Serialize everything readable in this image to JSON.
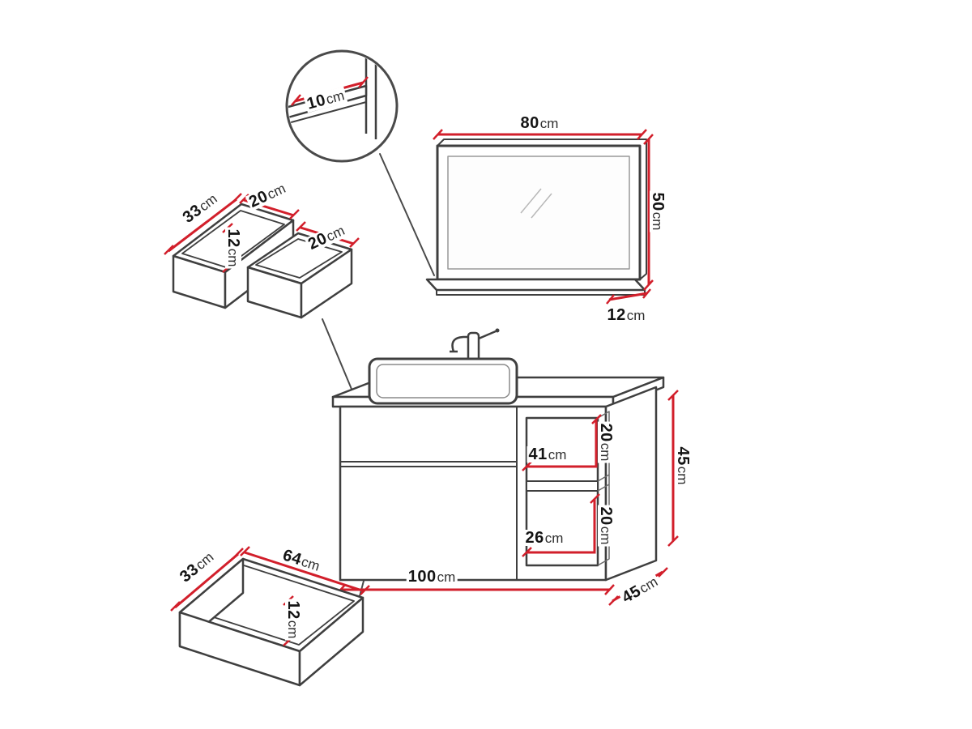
{
  "diagram": {
    "title": "bathroom-vanity-set-dimension-diagram",
    "unit": "cm",
    "colors": {
      "dimension_accent": "#d21f2b",
      "outline": "#3f3f3f",
      "background": "#ffffff"
    },
    "labels": {
      "detail_shelf_depth": {
        "value": "10",
        "unit": "cm"
      },
      "mirror_width": {
        "value": "80",
        "unit": "cm"
      },
      "mirror_height": {
        "value": "50",
        "unit": "cm"
      },
      "mirror_shelf_depth": {
        "value": "12",
        "unit": "cm"
      },
      "organizer_depth": {
        "value": "33",
        "unit": "cm"
      },
      "organizer_left_width": {
        "value": "20",
        "unit": "cm"
      },
      "organizer_inner_height": {
        "value": "12",
        "unit": "cm"
      },
      "organizer_right_width": {
        "value": "20",
        "unit": "cm"
      },
      "cabinet_shelf_width": {
        "value": "41",
        "unit": "cm"
      },
      "cabinet_upper_shelf_height": {
        "value": "20",
        "unit": "cm"
      },
      "cabinet_height": {
        "value": "45",
        "unit": "cm"
      },
      "cabinet_lower_shelf_width": {
        "value": "26",
        "unit": "cm"
      },
      "cabinet_lower_shelf_height": {
        "value": "20",
        "unit": "cm"
      },
      "cabinet_width": {
        "value": "100",
        "unit": "cm"
      },
      "cabinet_depth": {
        "value": "45",
        "unit": "cm"
      },
      "drawer_depth": {
        "value": "33",
        "unit": "cm"
      },
      "drawer_width": {
        "value": "64",
        "unit": "cm"
      },
      "drawer_height": {
        "value": "12",
        "unit": "cm"
      }
    }
  }
}
